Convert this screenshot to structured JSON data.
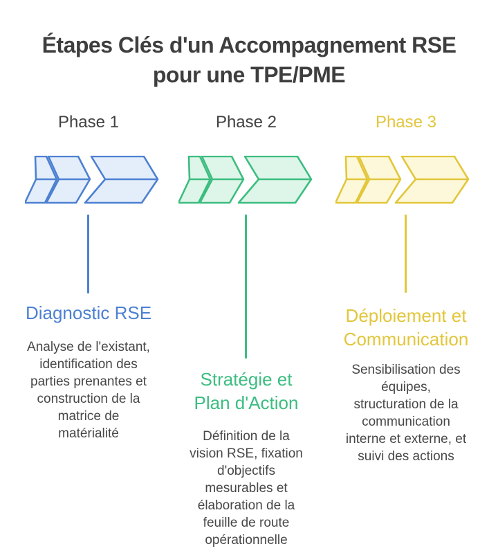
{
  "header": {
    "title_lines": [
      "Étapes Clés d'un Accompagnement RSE",
      "pour une TPE/PME"
    ],
    "title_color": "#3e3e3e"
  },
  "description_color": "#474747",
  "phases": [
    {
      "label": "Phase 1",
      "label_color": "#414141",
      "accent": "#4d80d2",
      "fill": "#e4eefb",
      "title_lines": [
        "Diagnostic RSE"
      ],
      "description_lines": [
        "Analyse de l'existant,",
        "identification des",
        "parties prenantes et",
        "construction de la",
        "matrice de",
        "matérialité"
      ]
    },
    {
      "label": "Phase 2",
      "label_color": "#414141",
      "accent": "#3cbd80",
      "fill": "#def5e9",
      "title_lines": [
        "Stratégie et",
        "Plan d'Action"
      ],
      "description_lines": [
        "Définition de la",
        "vision RSE, fixation",
        "d'objectifs",
        "mesurables et",
        "élaboration de la",
        "feuille de route",
        "opérationnelle"
      ]
    },
    {
      "label": "Phase 3",
      "label_color": "#e2c63b",
      "accent": "#e2c63b",
      "fill": "#fdf8da",
      "title_lines": [
        "Déploiement et",
        "Communication"
      ],
      "description_lines": [
        "Sensibilisation des",
        "équipes,",
        "structuration de la",
        "communication",
        "interne et externe, et",
        "suivi des actions"
      ]
    }
  ]
}
